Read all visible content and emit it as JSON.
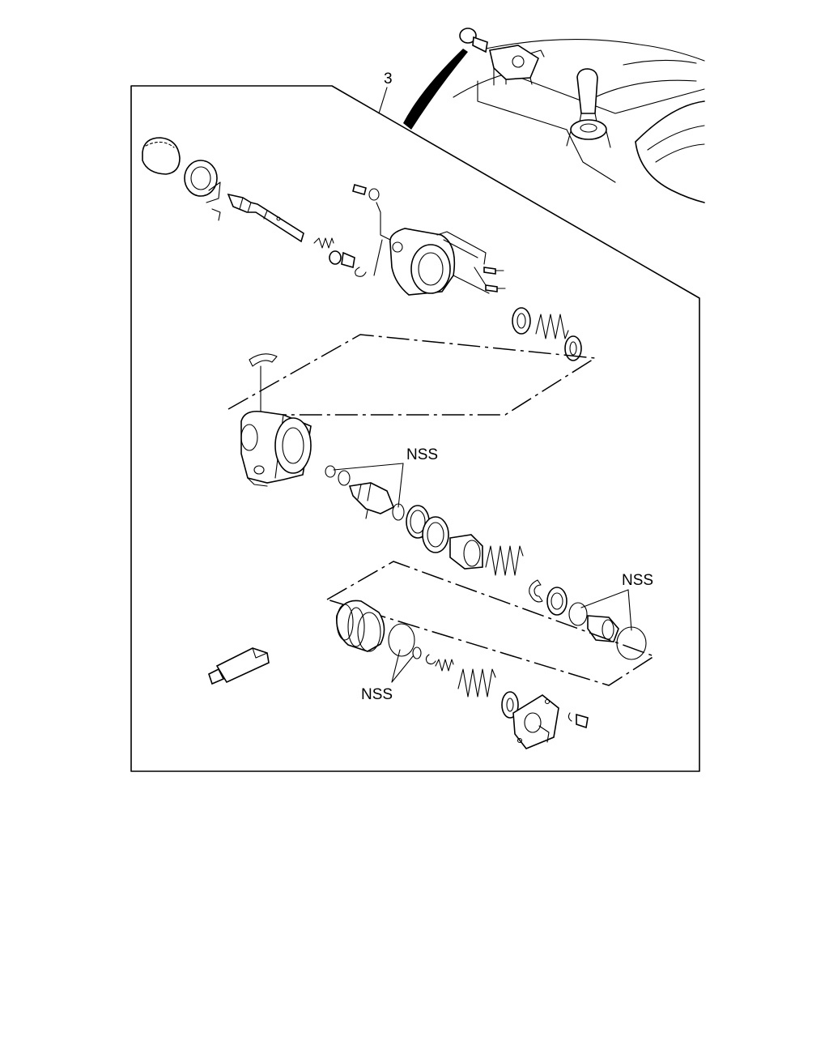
{
  "callouts": {
    "assembly_number": "3",
    "nss_1": "NSS",
    "nss_2": "NSS",
    "nss_3": "NSS"
  }
}
